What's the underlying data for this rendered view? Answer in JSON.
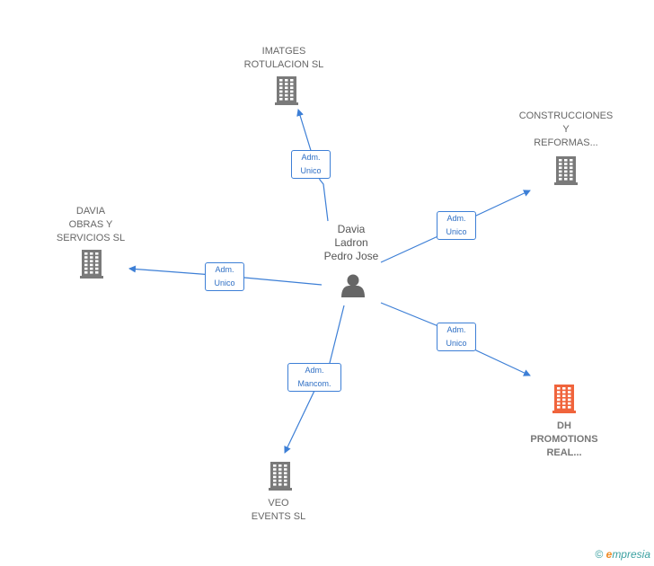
{
  "colors": {
    "edge": "#3d7fd6",
    "building": "#7a7a7a",
    "building_highlight": "#f0643c",
    "person": "#666666"
  },
  "center": {
    "name": "Davia\nLadron\nPedro Jose",
    "icon": "person-icon"
  },
  "companies": [
    {
      "id": "imatges",
      "label": "IMATGES\nROTULACION SL",
      "icon": "building-icon",
      "highlight": false
    },
    {
      "id": "construcciones",
      "label": "CONSTRUCCIONES\nY\nREFORMAS...",
      "icon": "building-icon",
      "highlight": false
    },
    {
      "id": "davia-obras",
      "label": "DAVIA\nOBRAS Y\nSERVICIOS  SL",
      "icon": "building-icon",
      "highlight": false
    },
    {
      "id": "dh-promotions",
      "label": "DH\nPROMOTIONS\nREAL...",
      "icon": "building-icon",
      "highlight": true
    },
    {
      "id": "veo-events",
      "label": "VEO\nEVENTS SL",
      "icon": "building-icon",
      "highlight": false
    }
  ],
  "edges": [
    {
      "to": "imatges",
      "label": "Adm.\nUnico"
    },
    {
      "to": "construcciones",
      "label": "Adm.\nUnico"
    },
    {
      "to": "davia-obras",
      "label": "Adm.\nUnico"
    },
    {
      "to": "dh-promotions",
      "label": "Adm.\nUnico"
    },
    {
      "to": "veo-events",
      "label": "Adm.\nMancom."
    }
  ],
  "footer": {
    "copyright": "©",
    "brand_e": "e",
    "brand_rest": "mpresia"
  }
}
